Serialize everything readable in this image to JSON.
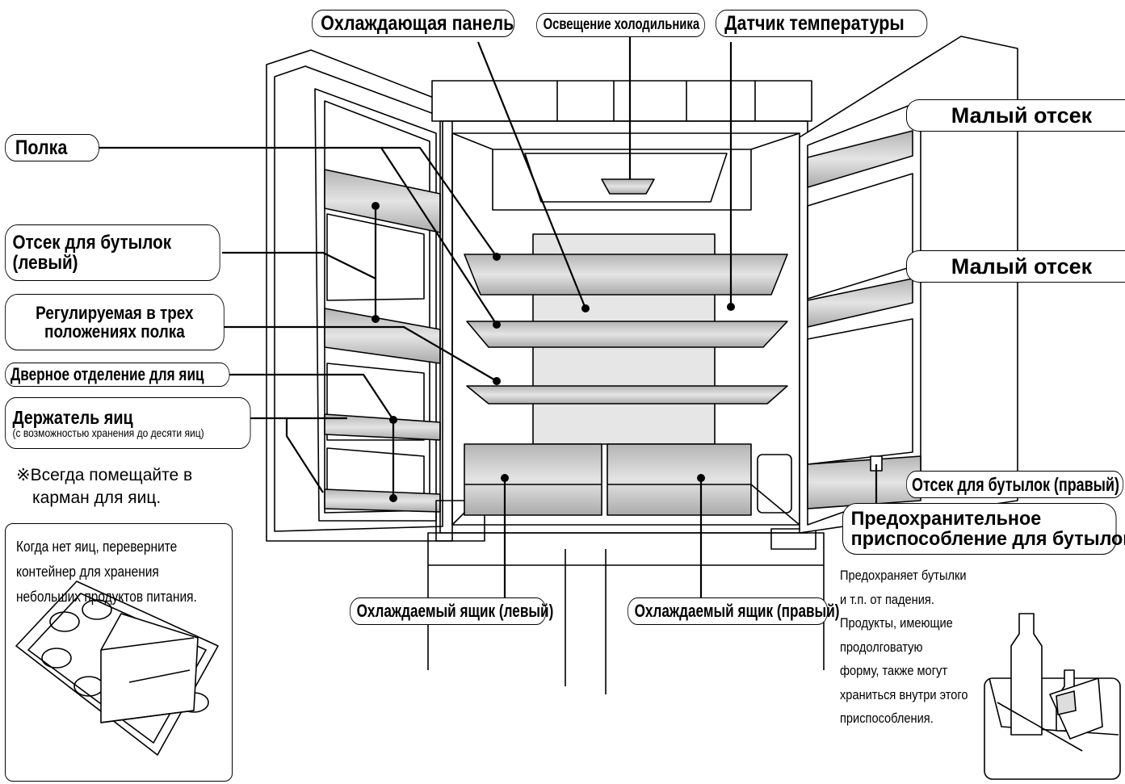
{
  "labels": {
    "cooling_panel": "Охлаждающая панель",
    "fridge_light": "Освещение холодильника",
    "temp_sensor": "Датчик температуры",
    "shelf": "Полка",
    "bottle_left_1": "Отсек для бутылок",
    "bottle_left_2": "(левый)",
    "adj_shelf_1": "Регулируемая в трех",
    "adj_shelf_2": "положениях полка",
    "door_egg": "Дверное отделение для яиц",
    "egg_holder": "Держатель яиц",
    "egg_holder_sub": "(с возможностью хранения до десяти яиц)",
    "note_1": "※Всегда помещайте в",
    "note_2": "карман для яиц.",
    "small_comp_1": "Малый отсек",
    "small_comp_2": "Малый отсек",
    "bottle_right": "Отсек для бутылок (правый)",
    "guard_1": "Предохранительное",
    "guard_2": "приспособление для бутылок",
    "chilled_left": "Охлаждаемый ящик (левый)",
    "chilled_right": "Охлаждаемый ящик (правый)"
  },
  "egg_box_text": [
    "Когда нет яиц, переверните",
    "контейнер для хранения",
    "небольших продуктов питания."
  ],
  "guard_text": [
    "Предохраняет бутылки",
    "и т.п. от падения.",
    "Продукты, имеющие",
    "продолговатую",
    "форму, также могут",
    "храниться внутри этого",
    "приспособления."
  ],
  "colors": {
    "panel_fill": "#c8c8c8",
    "line": "#000000",
    "background": "#ffffff"
  }
}
